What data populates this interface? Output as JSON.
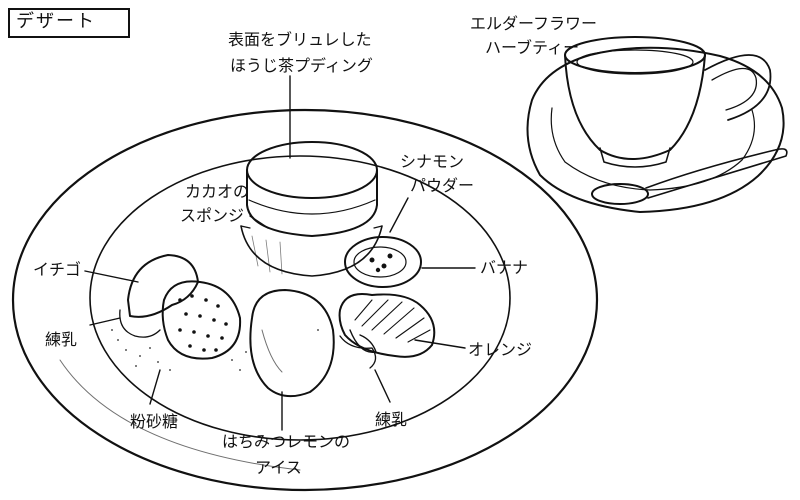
{
  "title": "デザート",
  "labels": {
    "pudding_line1": "表面をブリュレした",
    "pudding_line2": "ほうじ茶プディング",
    "tea_line1": "エルダーフラワー",
    "tea_line2": "ハーブティー",
    "cinnamon_line1": "シナモン",
    "cinnamon_line2": "パウダー",
    "cacao_line1": "カカオの",
    "cacao_line2": "スポンジ",
    "strawberry": "イチゴ",
    "banana": "バナナ",
    "condensed_milk_left": "練乳",
    "orange": "オレンジ",
    "powdered_sugar": "粉砂糖",
    "condensed_milk_bottom": "練乳",
    "ice_line1": "はちみつレモンの",
    "ice_line2": "アイス"
  }
}
